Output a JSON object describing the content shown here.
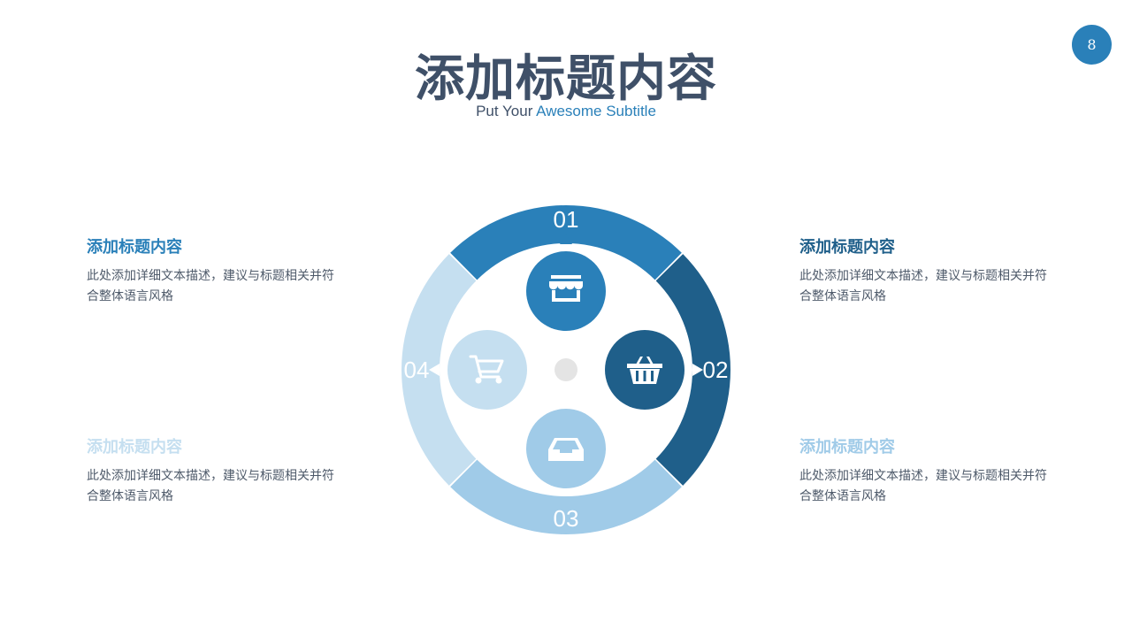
{
  "header": {
    "title": "添加标题内容",
    "subtitle_plain": "Put Your ",
    "subtitle_highlight": "Awesome Subtitle",
    "page_number": "8"
  },
  "colors": {
    "seg1": "#2a80b9",
    "seg2": "#1f5f8a",
    "seg3": "#a0cbe8",
    "seg4": "#c5dff0",
    "text": "#3f5068"
  },
  "diagram": {
    "segments": [
      {
        "number": "01",
        "icon": "store-icon"
      },
      {
        "number": "02",
        "icon": "basket-icon"
      },
      {
        "number": "03",
        "icon": "inbox-icon"
      },
      {
        "number": "04",
        "icon": "cart-icon"
      }
    ]
  },
  "blocks": [
    {
      "title": "添加标题内容",
      "text": "此处添加详细文本描述，建议与标题相关并符合整体语言风格"
    },
    {
      "title": "添加标题内容",
      "text": "此处添加详细文本描述，建议与标题相关并符合整体语言风格"
    },
    {
      "title": "添加标题内容",
      "text": "此处添加详细文本描述，建议与标题相关并符合整体语言风格"
    },
    {
      "title": "添加标题内容",
      "text": "此处添加详细文本描述，建议与标题相关并符合整体语言风格"
    }
  ]
}
